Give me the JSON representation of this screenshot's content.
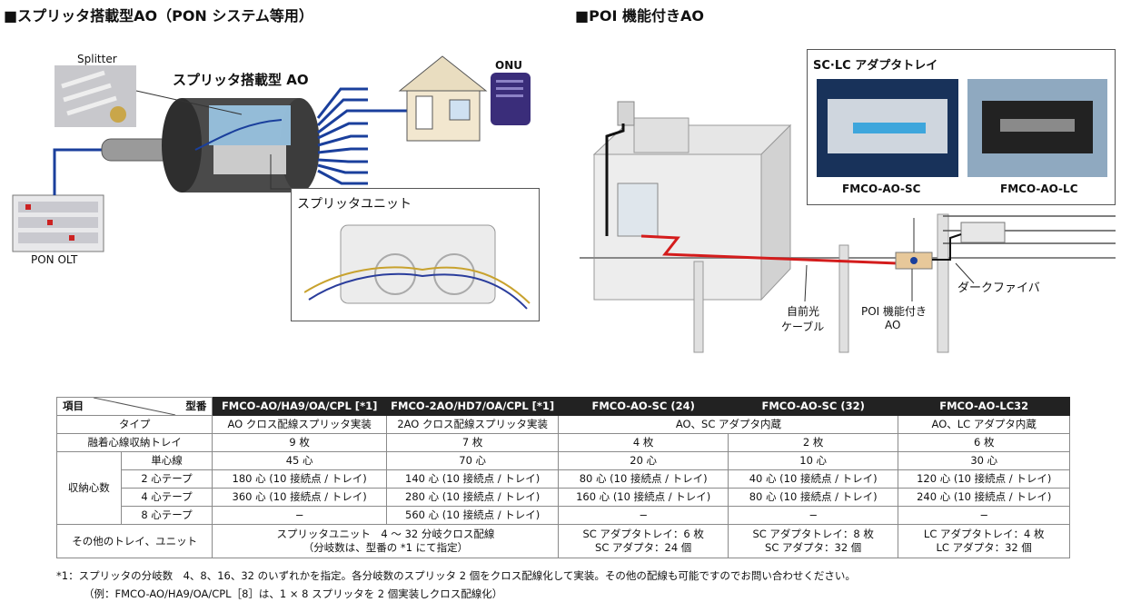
{
  "left_title": "■スプリッタ搭載型AO（PON システム等用）",
  "right_title": "■POI 機能付きAO",
  "left_diagram": {
    "splitter_label": "Splitter",
    "ao_label": "スプリッタ搭載型 AO",
    "onu_label": "ONU",
    "olt_label": "PON OLT",
    "unit_label": "スプリッタユニット"
  },
  "right_diagram": {
    "tray_title": "SC·LC アダプタトレイ",
    "tray_sc": "FMCO-AO-SC",
    "tray_lc": "FMCO-AO-LC",
    "dark_fiber": "ダークファイバ",
    "own_cable_1": "自前光",
    "own_cable_2": "ケーブル",
    "poi_1": "POI 機能付き",
    "poi_2": "AO"
  },
  "table": {
    "corner_item": "項目",
    "corner_model": "型番",
    "models": [
      "FMCO-AO/HA9/OA/CPL [*1]",
      "FMCO-2AO/HD7/OA/CPL [*1]",
      "FMCO-AO-SC (24)",
      "FMCO-AO-SC (32)",
      "FMCO-AO-LC32"
    ],
    "type_label": "タイプ",
    "type_values": [
      "AO クロス配線スプリッタ実装",
      "2AO クロス配線スプリッタ実装",
      "AO、SC アダプタ内蔵",
      "AO、LC アダプタ内蔵"
    ],
    "tray_label": "融着心線収納トレイ",
    "tray_values": [
      "9 枚",
      "7 枚",
      "4 枚",
      "2 枚",
      "6 枚"
    ],
    "capacity_label": "収納心数",
    "capacity_rows": [
      {
        "label": "単心線",
        "values": [
          "45 心",
          "70 心",
          "20 心",
          "10 心",
          "30 心"
        ]
      },
      {
        "label": "2 心テープ",
        "values": [
          "180 心 (10 接続点 / トレイ)",
          "140 心 (10 接続点 / トレイ)",
          "80 心 (10 接続点 / トレイ)",
          "40 心 (10 接続点 / トレイ)",
          "120 心 (10 接続点 / トレイ)"
        ]
      },
      {
        "label": "4 心テープ",
        "values": [
          "360 心 (10 接続点 / トレイ)",
          "280 心 (10 接続点 / トレイ)",
          "160 心 (10 接続点 / トレイ)",
          "80 心 (10 接続点 / トレイ)",
          "240 心 (10 接続点 / トレイ)"
        ]
      },
      {
        "label": "8 心テープ",
        "values": [
          "−",
          "560 心 (10 接続点 / トレイ)",
          "−",
          "−",
          "−"
        ]
      }
    ],
    "other_label": "その他のトレイ、ユニット",
    "other_split_1": "スプリッタユニット　4 ～ 32 分岐クロス配線",
    "other_split_2": "（分岐数は、型番の *1 にて指定）",
    "other_sc24_1": "SC アダプタトレイ：6 枚",
    "other_sc24_2": "SC アダプタ：24 個",
    "other_sc32_1": "SC アダプタトレイ：8 枚",
    "other_sc32_2": "SC アダプタ：32 個",
    "other_lc_1": "LC アダプタトレイ：4 枚",
    "other_lc_2": "LC アダプタ：32 個"
  },
  "footnote_1": "*1：スプリッタの分岐数　4、8、16、32 のいずれかを指定。各分岐数のスプリッタ 2 個をクロス配線化して実装。その他の配線も可能ですのでお問い合わせください。",
  "footnote_2": "（例：FMCO-AO/HA9/OA/CPL［8］は、1 × 8 スプリッタを 2 個実装しクロス配線化）",
  "colors": {
    "fiber_blue": "#1a3f9c",
    "red_line": "#d41c1c",
    "header_dark": "#222222"
  }
}
